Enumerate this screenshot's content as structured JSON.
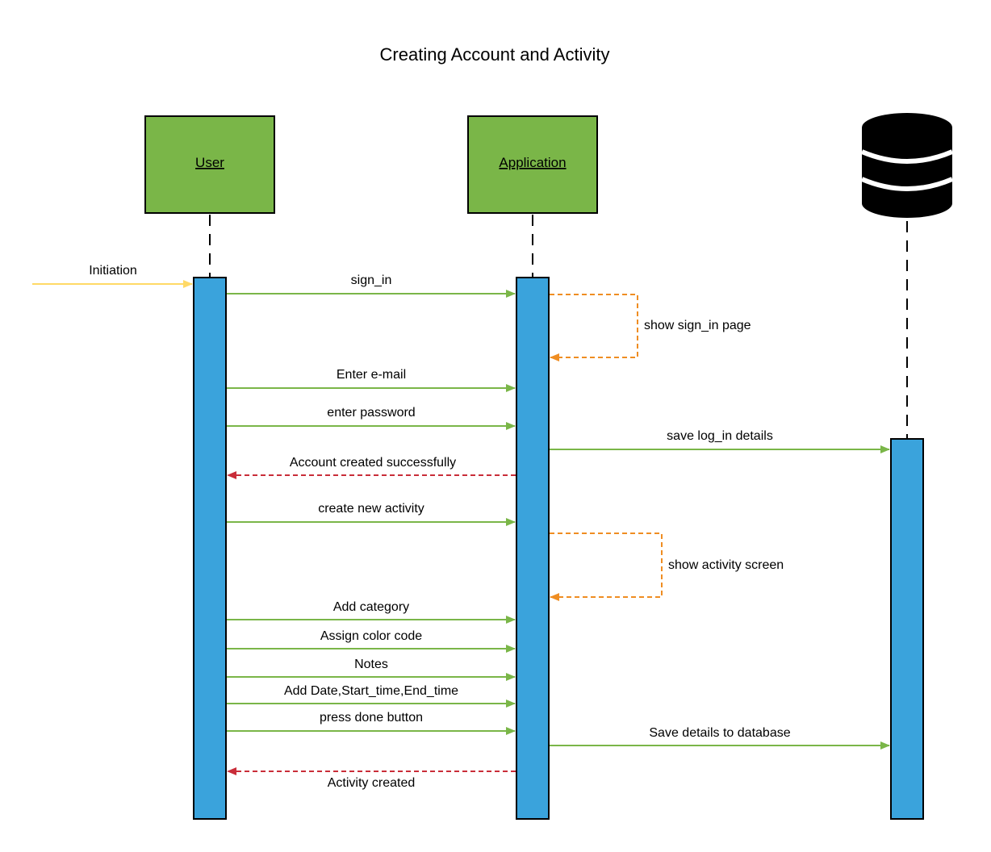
{
  "title": "Creating Account and Activity",
  "colors": {
    "actor_fill": "#7ab648",
    "activation_fill": "#3aa3dc",
    "sync_arrow": "#7ab648",
    "return_arrow": "#c92d39",
    "self_arrow": "#ef8d22",
    "initiation_arrow": "#ffd966"
  },
  "actors": [
    {
      "id": "user",
      "label": "User",
      "kind": "box"
    },
    {
      "id": "application",
      "label": "Application",
      "kind": "box"
    },
    {
      "id": "database",
      "label": "",
      "kind": "database-icon"
    }
  ],
  "messages": {
    "initiation": "Initiation",
    "sign_in": "sign_in",
    "show_sign_in": "show sign_in page",
    "enter_email": "Enter e-mail",
    "enter_password": "enter password",
    "save_login": "save log_in details",
    "account_created": "Account created successfully",
    "create_activity": "create new activity",
    "show_activity": "show activity screen",
    "add_category": "Add category",
    "assign_color": "Assign color code",
    "notes": "Notes",
    "add_date": "Add Date,Start_time,End_time",
    "press_done": "press done button",
    "save_details": "Save details to database",
    "activity_created": "Activity created"
  }
}
